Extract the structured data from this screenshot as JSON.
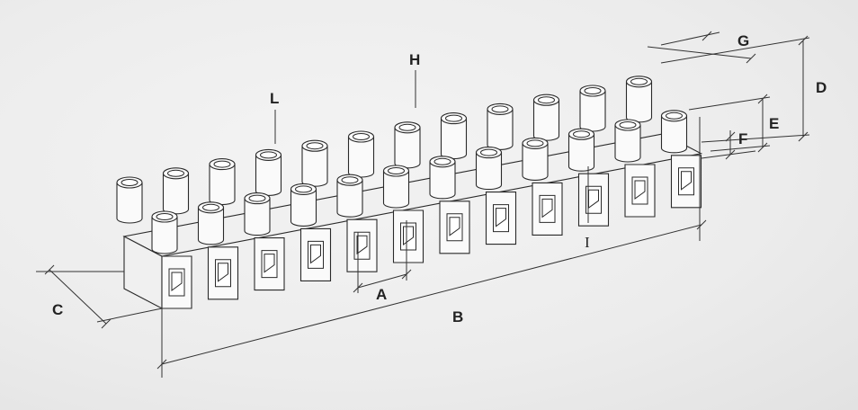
{
  "diagram": {
    "labels": {
      "A": "A",
      "B": "B",
      "C": "C",
      "D": "D",
      "E": "E",
      "F": "F",
      "G": "G",
      "H": "H",
      "I": "I",
      "L": "L"
    },
    "colors": {
      "line": "#2a2a2a",
      "face": "#fafafa",
      "background": "#ececec"
    }
  }
}
